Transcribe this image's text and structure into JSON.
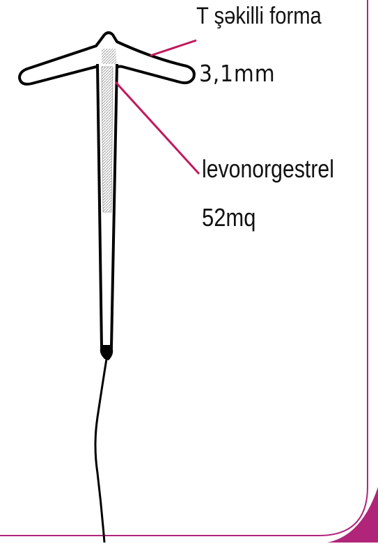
{
  "labels": {
    "shape": "T şəkilli forma",
    "width": "3,1mm",
    "hormone": "levonorgestrel",
    "dose": "52mq"
  },
  "colors": {
    "pointer": "#c2185b",
    "frame_accent": "#b0257a",
    "corner_dark": "#7a1450",
    "outline": "#000000",
    "reservoir_fill": "#9e9e9e"
  },
  "icons": {
    "device": "t-shaped-iud-illustration"
  }
}
